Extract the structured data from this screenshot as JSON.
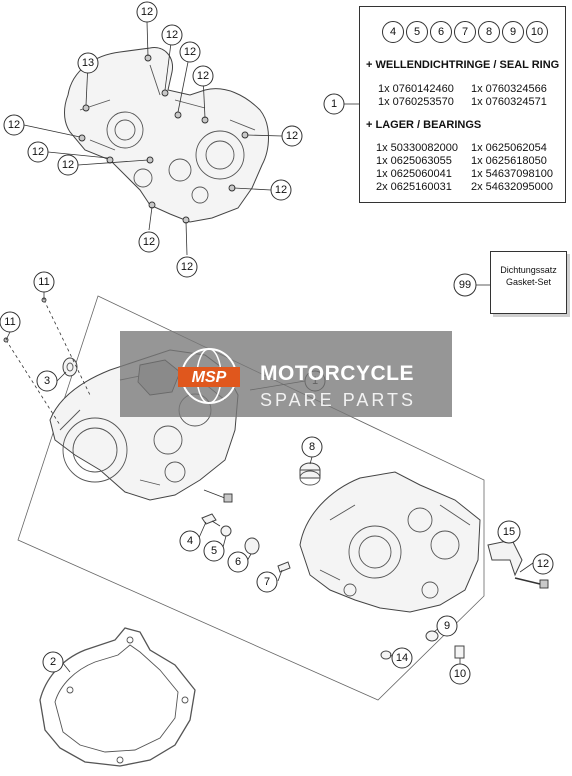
{
  "callouts": {
    "n12": "12",
    "n13": "13",
    "n11": "11",
    "n1": "1",
    "n2": "2",
    "n3": "3",
    "n4": "4",
    "n5": "5",
    "n6": "6",
    "n7": "7",
    "n8": "8",
    "n9": "9",
    "n10": "10",
    "n14": "14",
    "n15": "15",
    "n99": "99"
  },
  "kit": {
    "chips": [
      "4",
      "5",
      "6",
      "7",
      "8",
      "9",
      "10"
    ],
    "seal_heading": "+ WELLENDICHTRINGE / SEAL RING",
    "seal_rows": [
      [
        "1x 0760142460",
        "1x 0760324566"
      ],
      [
        "1x 0760253570",
        "1x 0760324571"
      ]
    ],
    "bearing_heading": "+ LAGER / BEARINGS",
    "bearing_rows": [
      [
        "1x 50330082000",
        "1x 0625062054"
      ],
      [
        "1x 0625063055",
        "1x 0625618050"
      ],
      [
        "1x 0625060041",
        "1x 54637098100"
      ],
      [
        "2x 0625160031",
        "2x 54632095000"
      ]
    ]
  },
  "gasket_set": {
    "line1": "Dichtungssatz",
    "line2": "Gasket-Set"
  },
  "watermark": {
    "logo_text": "MSP",
    "title": "MOTORCYCLE",
    "subtitle": "SPARE PARTS",
    "accent_color": "#e0571d"
  }
}
